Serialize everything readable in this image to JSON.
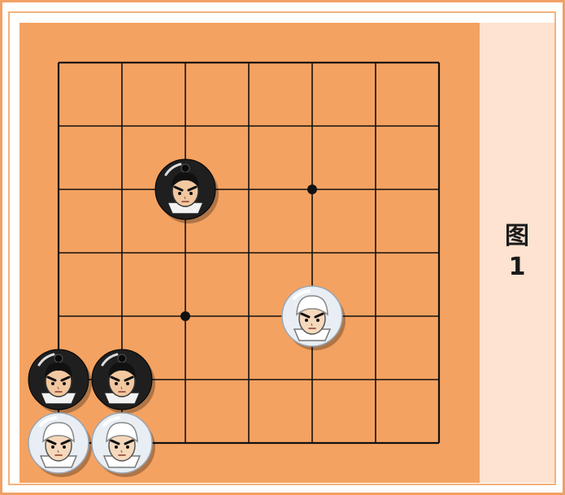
{
  "figure": {
    "label_char": "图",
    "label_num": "1"
  },
  "board": {
    "size": 7,
    "colors": {
      "board": "#f4a261",
      "side_panel": "#fde3d0",
      "line": "#111111",
      "frame": "#f0a064"
    },
    "star_points": [
      {
        "col": 2,
        "row": 4
      },
      {
        "col": 4,
        "row": 2
      }
    ],
    "stones": [
      {
        "color": "black",
        "col": 2,
        "row": 2,
        "icon": "black-stone-face-icon"
      },
      {
        "color": "white",
        "col": 4,
        "row": 4,
        "icon": "white-stone-face-icon"
      },
      {
        "color": "black",
        "col": 0,
        "row": 5,
        "icon": "black-stone-face-icon"
      },
      {
        "color": "black",
        "col": 1,
        "row": 5,
        "icon": "black-stone-face-icon"
      },
      {
        "color": "white",
        "col": 0,
        "row": 6,
        "icon": "white-stone-face-icon"
      },
      {
        "color": "white",
        "col": 1,
        "row": 6,
        "icon": "white-stone-face-icon"
      }
    ]
  }
}
